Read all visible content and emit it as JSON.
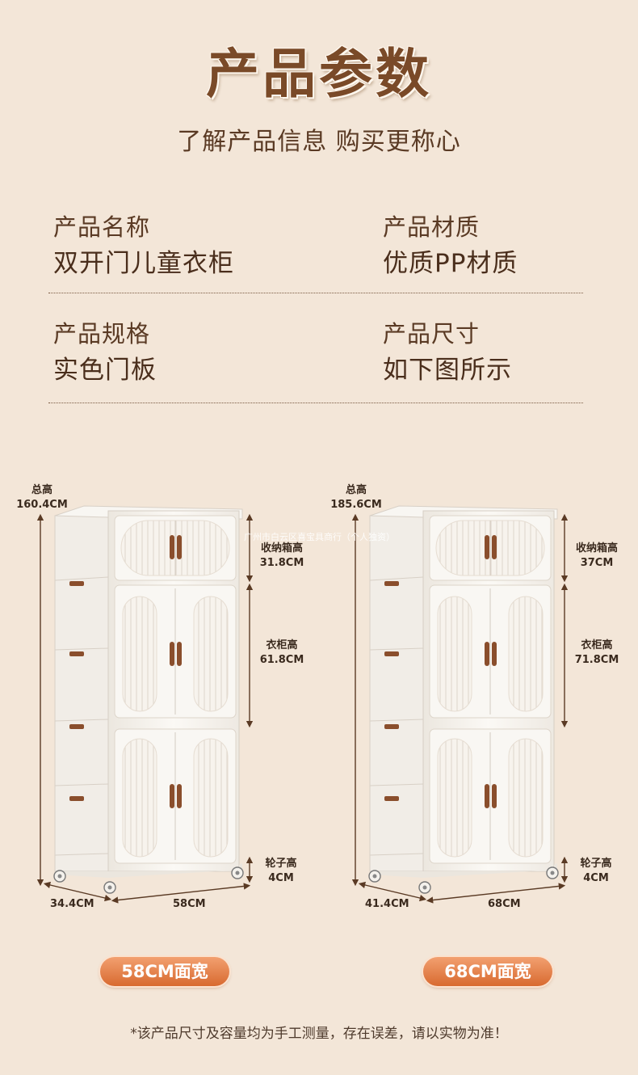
{
  "header": {
    "title": "产品参数",
    "subtitle": "了解产品信息 购买更称心"
  },
  "specs": [
    {
      "label": "产品名称",
      "value": "双开门儿童衣柜"
    },
    {
      "label": "产品材质",
      "value": "优质PP材质"
    },
    {
      "label": "产品规格",
      "value": "实色门板"
    },
    {
      "label": "产品尺寸",
      "value": "如下图所示"
    }
  ],
  "products": [
    {
      "total_label": "总高",
      "total_value": "160.4CM",
      "box_label": "收纳箱高",
      "box_value": "31.8CM",
      "wardrobe_label": "衣柜高",
      "wardrobe_value": "61.8CM",
      "wheel_label": "轮子高",
      "wheel_value": "4CM",
      "depth": "34.4CM",
      "width": "58CM",
      "badge": "58CM面宽"
    },
    {
      "total_label": "总高",
      "total_value": "185.6CM",
      "box_label": "收纳箱高",
      "box_value": "37CM",
      "wardrobe_label": "衣柜高",
      "wardrobe_value": "71.8CM",
      "wheel_label": "轮子高",
      "wheel_value": "4CM",
      "depth": "41.4CM",
      "width": "68CM",
      "badge": "68CM面宽"
    }
  ],
  "watermark": "广州市白云区喜宝具商行（个人独资）",
  "footnote": "*该产品尺寸及容量均为手工测量，存在误差，请以实物为准！",
  "colors": {
    "background": "#f3e6d8",
    "title": "#7a4a28",
    "pill": "#d86a30",
    "handle": "#8a4e2c",
    "cabinet": "#f7f4ef"
  }
}
